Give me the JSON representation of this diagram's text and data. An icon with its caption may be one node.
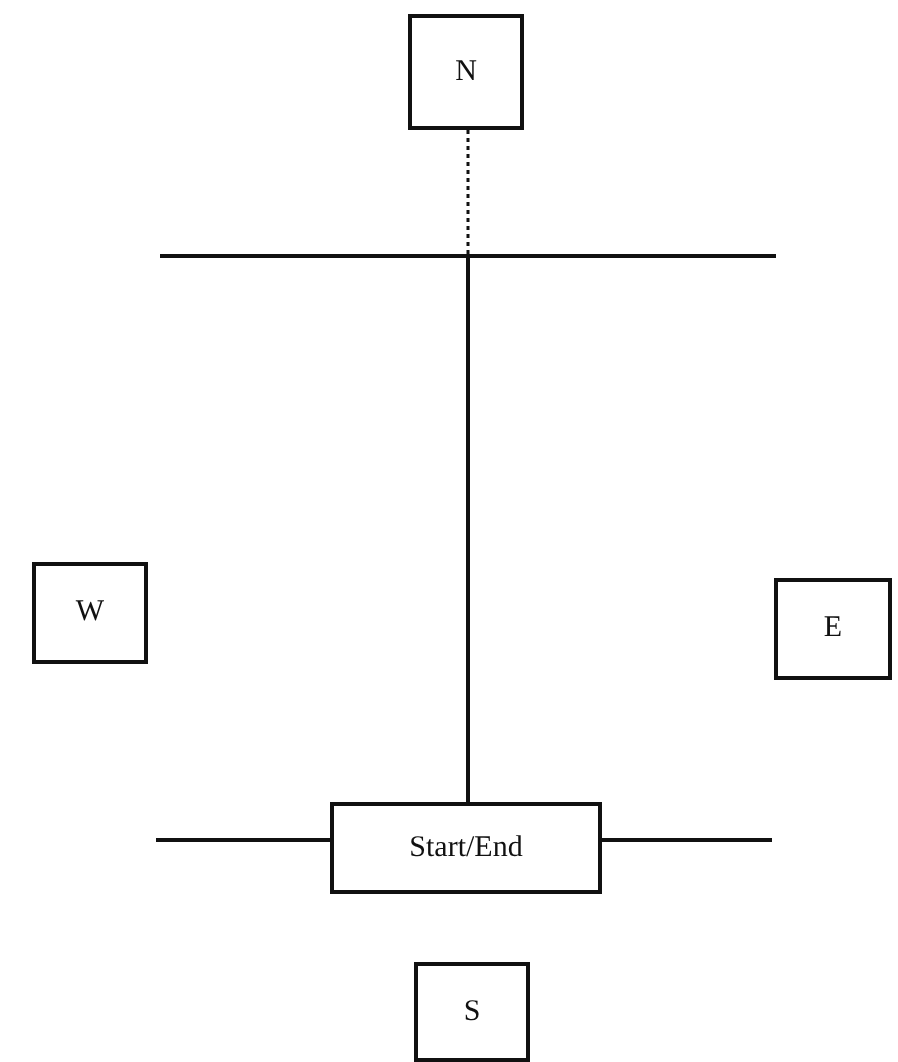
{
  "diagram": {
    "nodes": [
      {
        "text": [
          "N"
        ]
      },
      {
        "text": [],
        "shape": "bar"
      },
      {
        "text": [
          "W"
        ]
      },
      {
        "text": [
          "E"
        ]
      },
      {
        "text": [
          "Start/End"
        ]
      },
      {
        "text": [
          "S"
        ]
      }
    ],
    "edges": [
      {
        "from": 0,
        "to": 1,
        "arrow": "none",
        "style": "dashed"
      },
      {
        "from": 4,
        "to": 1,
        "arrow": "none"
      },
      {
        "from": 4,
        "to": null,
        "arrow": "none"
      },
      {
        "from": 4,
        "to": null,
        "arrow": "none"
      }
    ]
  }
}
